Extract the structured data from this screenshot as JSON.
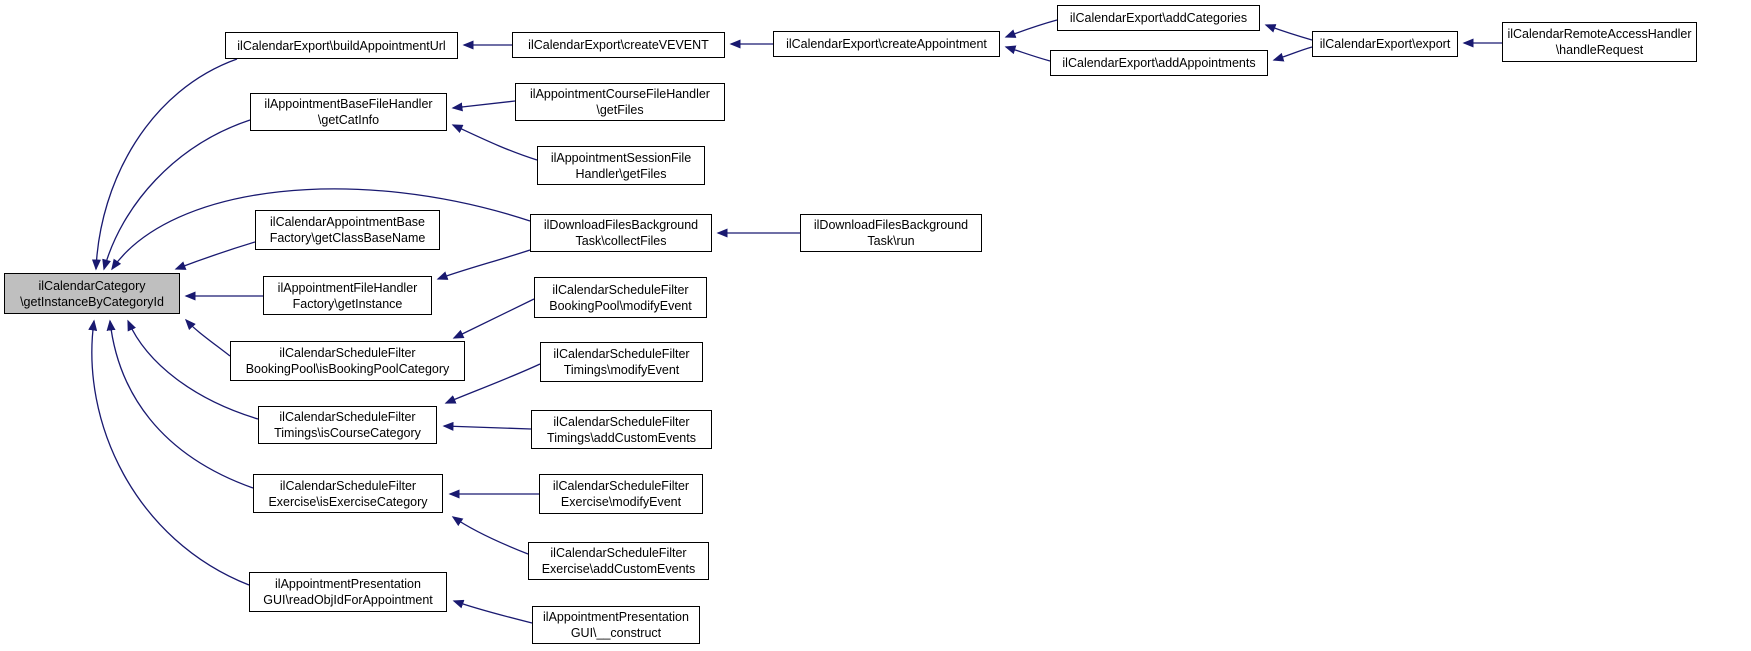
{
  "diagram": {
    "kind": "doxygen-caller-graph",
    "edge_color": "#191970",
    "node_border_color": "#000000",
    "highlight_fill": "#bfbfbf",
    "nodes": {
      "main": {
        "lines": [
          "ilCalendarCategory",
          "\\getInstanceByCategoryId"
        ]
      },
      "buildAppointmentUrl": {
        "lines": [
          "ilCalendarExport\\buildAppointmentUrl"
        ]
      },
      "createVEVENT": {
        "lines": [
          "ilCalendarExport\\createVEVENT"
        ]
      },
      "createAppointment": {
        "lines": [
          "ilCalendarExport\\createAppointment"
        ]
      },
      "addCategories": {
        "lines": [
          "ilCalendarExport\\addCategories"
        ]
      },
      "addAppointments": {
        "lines": [
          "ilCalendarExport\\addAppointments"
        ]
      },
      "export": {
        "lines": [
          "ilCalendarExport\\export"
        ]
      },
      "handleRequest": {
        "lines": [
          "ilCalendarRemoteAccessHandler",
          "\\handleRequest"
        ]
      },
      "getCatInfo": {
        "lines": [
          "ilAppointmentBaseFileHandler",
          "\\getCatInfo"
        ]
      },
      "courseGetFiles": {
        "lines": [
          "ilAppointmentCourseFileHandler",
          "\\getFiles"
        ]
      },
      "sessionGetFiles": {
        "lines": [
          "ilAppointmentSessionFile",
          "Handler\\getFiles"
        ]
      },
      "getClassBaseName": {
        "lines": [
          "ilCalendarAppointmentBase",
          "Factory\\getClassBaseName"
        ]
      },
      "collectFiles": {
        "lines": [
          "ilDownloadFilesBackground",
          "Task\\collectFiles"
        ]
      },
      "run": {
        "lines": [
          "ilDownloadFilesBackground",
          "Task\\run"
        ]
      },
      "getInstance": {
        "lines": [
          "ilAppointmentFileHandler",
          "Factory\\getInstance"
        ]
      },
      "bpModifyEvent": {
        "lines": [
          "ilCalendarScheduleFilter",
          "BookingPool\\modifyEvent"
        ]
      },
      "isBookingPoolCategory": {
        "lines": [
          "ilCalendarScheduleFilter",
          "BookingPool\\isBookingPoolCategory"
        ]
      },
      "timingsModifyEvent": {
        "lines": [
          "ilCalendarScheduleFilter",
          "Timings\\modifyEvent"
        ]
      },
      "isCourseCategory": {
        "lines": [
          "ilCalendarScheduleFilter",
          "Timings\\isCourseCategory"
        ]
      },
      "timingsAddCustomEvents": {
        "lines": [
          "ilCalendarScheduleFilter",
          "Timings\\addCustomEvents"
        ]
      },
      "exerciseModifyEvent": {
        "lines": [
          "ilCalendarScheduleFilter",
          "Exercise\\modifyEvent"
        ]
      },
      "isExerciseCategory": {
        "lines": [
          "ilCalendarScheduleFilter",
          "Exercise\\isExerciseCategory"
        ]
      },
      "exerciseAddCustomEvents": {
        "lines": [
          "ilCalendarScheduleFilter",
          "Exercise\\addCustomEvents"
        ]
      },
      "readObjIdForAppointment": {
        "lines": [
          "ilAppointmentPresentation",
          "GUI\\readObjIdForAppointment"
        ]
      },
      "guiConstruct": {
        "lines": [
          "ilAppointmentPresentation",
          "GUI\\__construct"
        ]
      }
    },
    "edges": [
      {
        "from": "buildAppointmentUrl",
        "to": "main"
      },
      {
        "from": "getCatInfo",
        "to": "main"
      },
      {
        "from": "getClassBaseName",
        "to": "main"
      },
      {
        "from": "collectFiles",
        "to": "main"
      },
      {
        "from": "getInstance",
        "to": "main"
      },
      {
        "from": "isBookingPoolCategory",
        "to": "main"
      },
      {
        "from": "isCourseCategory",
        "to": "main"
      },
      {
        "from": "isExerciseCategory",
        "to": "main"
      },
      {
        "from": "readObjIdForAppointment",
        "to": "main"
      },
      {
        "from": "createVEVENT",
        "to": "buildAppointmentUrl"
      },
      {
        "from": "createAppointment",
        "to": "createVEVENT"
      },
      {
        "from": "addCategories",
        "to": "createAppointment"
      },
      {
        "from": "addAppointments",
        "to": "createAppointment"
      },
      {
        "from": "export",
        "to": "addCategories"
      },
      {
        "from": "export",
        "to": "addAppointments"
      },
      {
        "from": "handleRequest",
        "to": "export"
      },
      {
        "from": "courseGetFiles",
        "to": "getCatInfo"
      },
      {
        "from": "sessionGetFiles",
        "to": "getCatInfo"
      },
      {
        "from": "run",
        "to": "collectFiles"
      },
      {
        "from": "collectFiles",
        "to": "getInstance"
      },
      {
        "from": "bpModifyEvent",
        "to": "isBookingPoolCategory"
      },
      {
        "from": "timingsModifyEvent",
        "to": "isCourseCategory"
      },
      {
        "from": "timingsAddCustomEvents",
        "to": "isCourseCategory"
      },
      {
        "from": "exerciseModifyEvent",
        "to": "isExerciseCategory"
      },
      {
        "from": "exerciseAddCustomEvents",
        "to": "isExerciseCategory"
      },
      {
        "from": "guiConstruct",
        "to": "readObjIdForAppointment"
      }
    ]
  }
}
